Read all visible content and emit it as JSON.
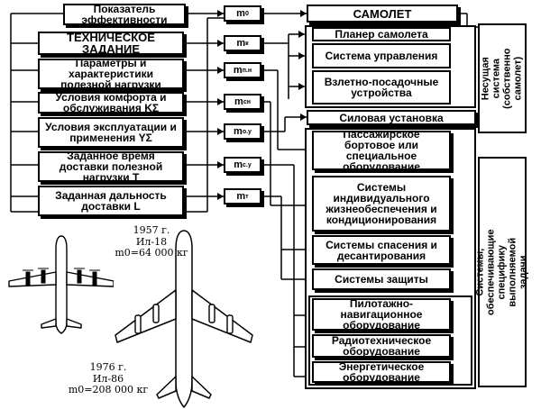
{
  "effectiveness": "Показатель эффективности",
  "left_boxes": [
    "ТЕХНИЧЕСКОЕ ЗАДАНИЕ",
    "Параметры и характеристики полезной нагрузки",
    "Условия комфорта и обслуживания KΣ",
    "Условия эксплуатации и применения YΣ",
    "Заданное время доставки полезной нагрузки T",
    "Заданная дальность доставки L"
  ],
  "m_labels": {
    "m0": {
      "base": "m",
      "sub": "0"
    },
    "mk": {
      "base": "m",
      "sub": "к"
    },
    "mpn": {
      "base": "m",
      "sub": "п.н"
    },
    "msn": {
      "base": "m",
      "sub": "сн"
    },
    "mou": {
      "base": "m",
      "sub": "о.у"
    },
    "msu": {
      "base": "m",
      "sub": "с.у"
    },
    "mt": {
      "base": "m",
      "sub": "т"
    }
  },
  "aircraft_title": "САМОЛЕТ",
  "carrier_items": [
    "Планер самолета",
    "Система управления",
    "Взлетно-посадочные устройства"
  ],
  "power_plant": "Силовая установка",
  "task_items": [
    "Пассажирское бортовое или специальное оборудование",
    "Системы индивидуального жизнеобеспечения и кондиционирования",
    "Системы спасения и десантирования",
    "Системы защиты"
  ],
  "equipment_items": [
    "Пилотажно-навигационное оборудование",
    "Радиотехническое оборудование",
    "Энергетическое оборудование"
  ],
  "side_labels": {
    "carrier": "Несущая система (собственно самолет)",
    "task": "Системы, обеспечивающие специфику выполняемой задачи"
  },
  "il18": {
    "year": "1957 г.",
    "name": "Ил-18",
    "mass": "m0=64 000 кг"
  },
  "il86": {
    "year": "1976 г.",
    "name": "Ил-86",
    "mass": "m0=208 000 кг"
  }
}
